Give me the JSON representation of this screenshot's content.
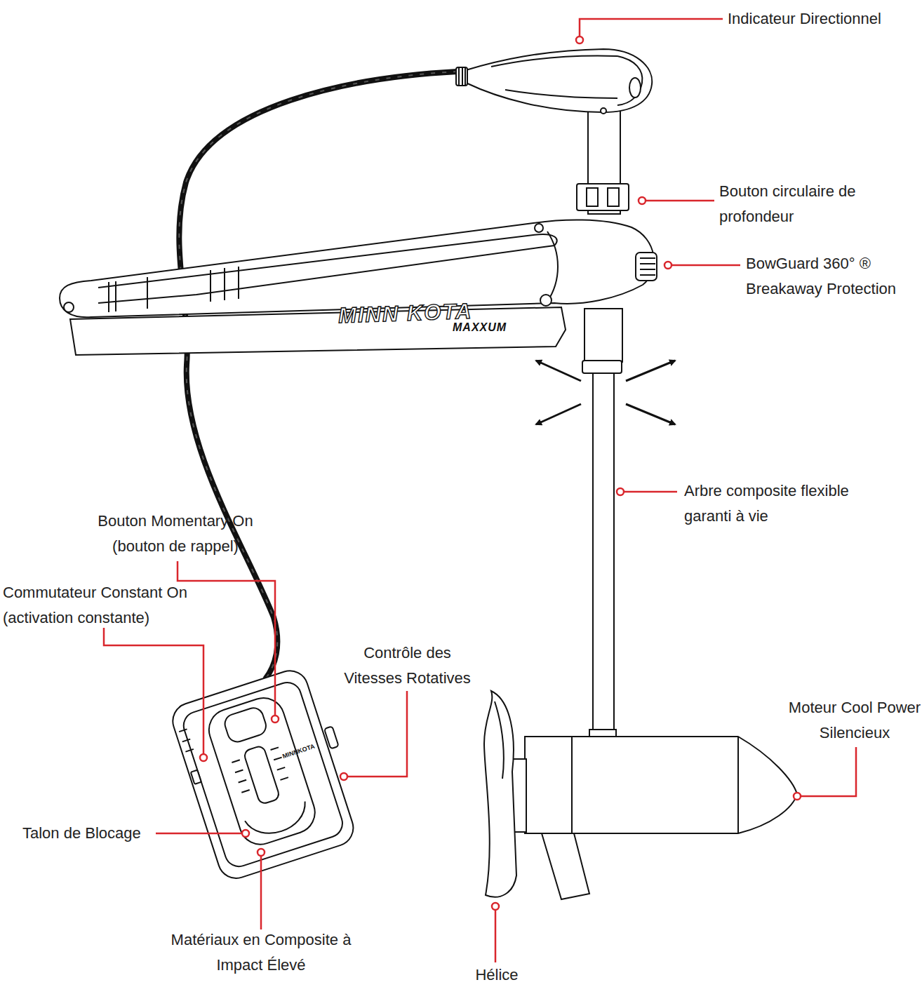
{
  "diagram": {
    "labels": [
      "Indicateur Directionnel",
      "Bouton circulaire de profondeur",
      "BowGuard 360° ® Breakaway Protection",
      "Arbre composite flexible garanti à vie",
      "Bouton Momentary On (bouton de rappel)",
      "Commutateur Constant On (activation constante)",
      "Contrôle des Vitesses Rotatives",
      "Moteur Cool Power Silencieux",
      "Talon de Blocage",
      "Matériaux en Composite à Impact Élevé",
      "Hélice",
      "MINN KOTA",
      "MAXXUM",
      "MINNKOTA"
    ]
  }
}
